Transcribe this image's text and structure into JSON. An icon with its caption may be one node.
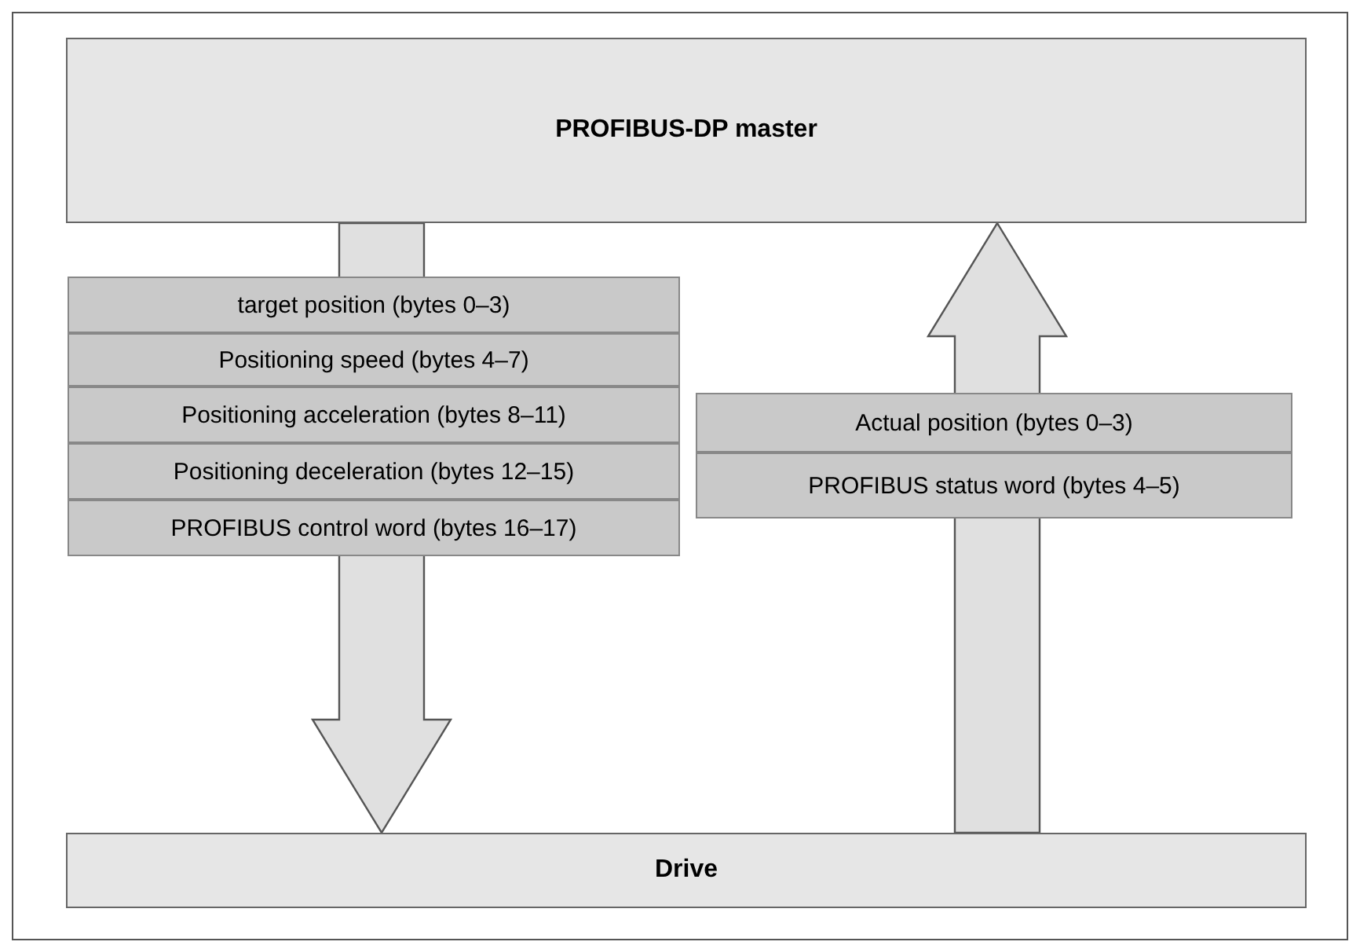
{
  "diagram": {
    "nodes": [
      {
        "text": [
          "PROFIBUS-DP master"
        ]
      },
      {
        "text": [
          "Drive"
        ]
      },
      {
        "text": [
          "target position (bytes 0–3)"
        ]
      },
      {
        "text": [
          "Positioning speed (bytes 4–7)"
        ]
      },
      {
        "text": [
          "Positioning acceleration (bytes 8–11)"
        ]
      },
      {
        "text": [
          "Positioning deceleration (bytes 12–15)"
        ]
      },
      {
        "text": [
          "PROFIBUS control word (bytes 16–17)"
        ]
      },
      {
        "text": [
          "Actual position (bytes 0–3)"
        ]
      },
      {
        "text": [
          "PROFIBUS status word (bytes 4–5)"
        ]
      }
    ],
    "edges": [
      {
        "from": 0,
        "to": 1,
        "arrow": "to",
        "style": "thick"
      },
      {
        "from": 1,
        "to": 0,
        "arrow": "to",
        "style": "thick"
      }
    ]
  }
}
